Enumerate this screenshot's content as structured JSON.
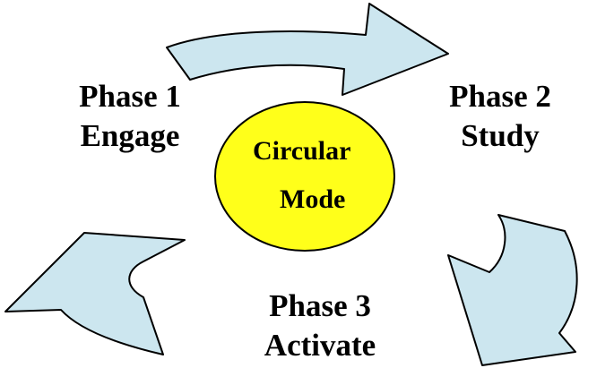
{
  "diagram": {
    "phase1": {
      "title": "Phase 1",
      "name": "Engage"
    },
    "phase2": {
      "title": "Phase 2",
      "name": "Study"
    },
    "phase3": {
      "title": "Phase 3",
      "name": "Activate"
    },
    "center": {
      "line1": "Circular",
      "line2": "Mode"
    }
  },
  "colors": {
    "arrow_fill": "#cce6ef",
    "arrow_stroke": "#000000",
    "circle_fill": "#ffff1a",
    "circle_stroke": "#000000",
    "text": "#000000"
  },
  "icons": [
    "curved-arrow-right",
    "curved-arrow-down",
    "curved-arrow-up-right"
  ]
}
